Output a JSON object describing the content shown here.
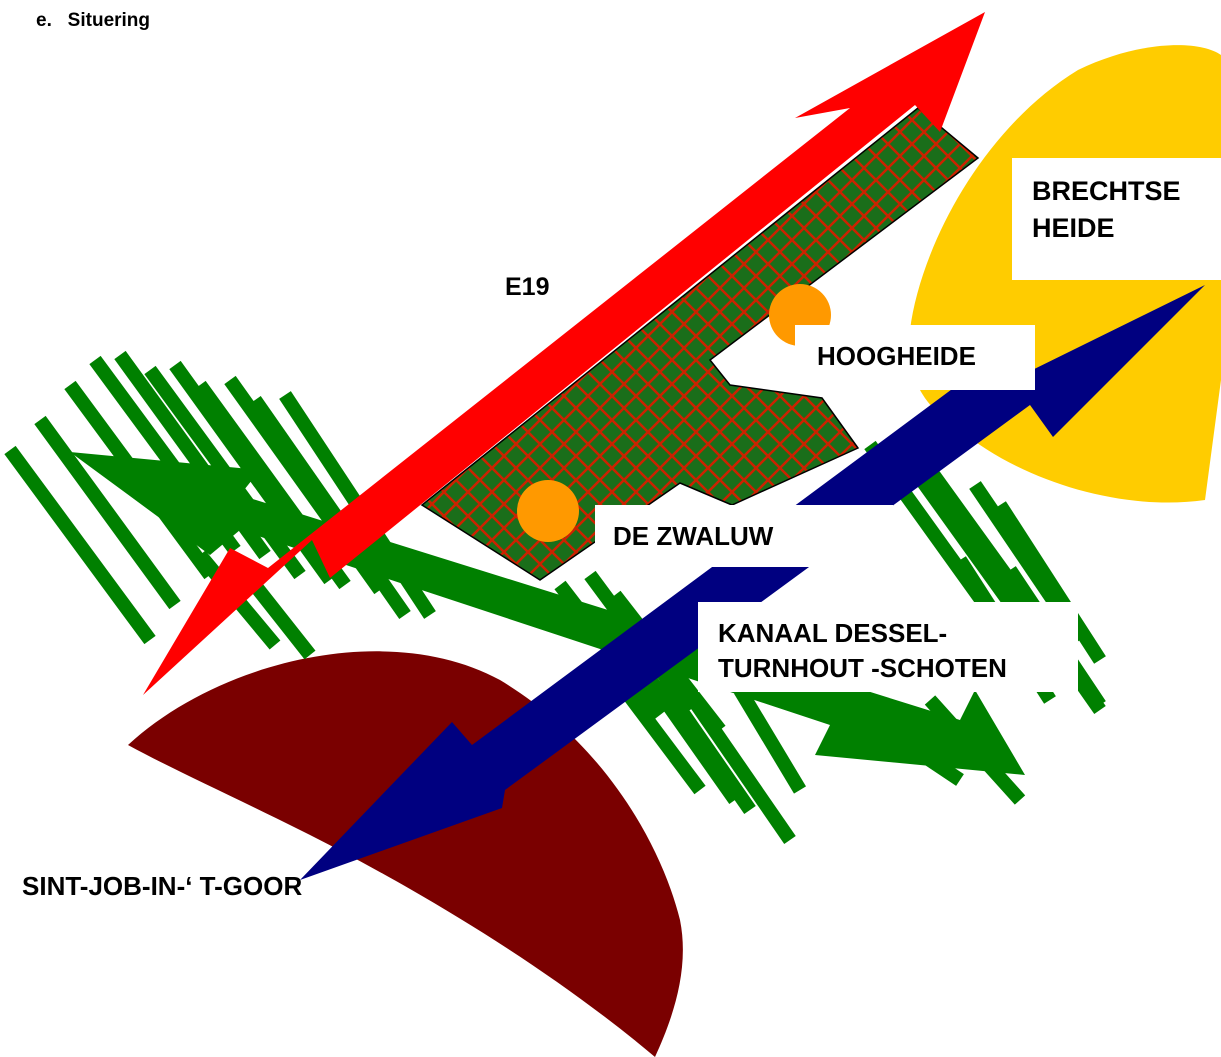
{
  "section_heading": "e.   Situering",
  "labels": {
    "e19": "E19",
    "brechtse_heide_line1": "BRECHTSE",
    "brechtse_heide_line2": "HEIDE",
    "hoogheide": "HOOGHEIDE",
    "de_zwaluw": "DE ZWALUW",
    "kanaal_line1": "KANAAL DESSEL-",
    "kanaal_line2": "TURNHOUT -SCHOTEN",
    "sint_job": "SINT-JOB-IN-‘ T-GOOR"
  },
  "colors": {
    "e19_road": "#ff0000",
    "canal": "#000080",
    "green_corridor": "#008000",
    "site_fill": "#1a6e1a",
    "site_hatch": "#cc2200",
    "village_dot": "#ff9900",
    "brechtse_heide": "#ffcc00",
    "sint_job_area": "#7a0000"
  }
}
